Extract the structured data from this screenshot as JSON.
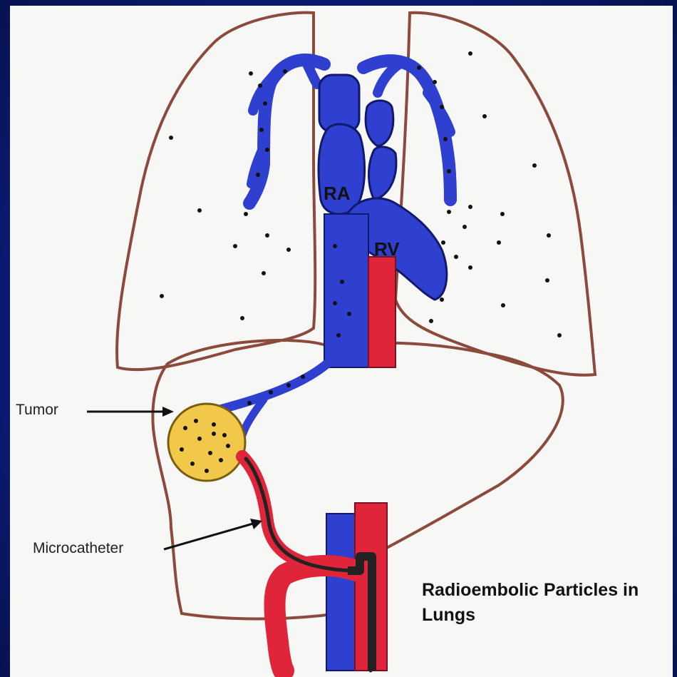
{
  "labels": {
    "ra": "RA",
    "rv": "RV",
    "tumor": "Tumor",
    "microcatheter": "Microcatheter",
    "caption_line1": "Radioembolic Particles in",
    "caption_line2": "Lungs"
  },
  "colors": {
    "background": "#0b1a70",
    "paper": "#f7f7f5",
    "organ_outline": "#8b4a3c",
    "vein_blue": "#2f3fd0",
    "artery_red": "#e0253a",
    "tumor_yellow": "#f2c84b",
    "catheter_black": "#222222"
  }
}
